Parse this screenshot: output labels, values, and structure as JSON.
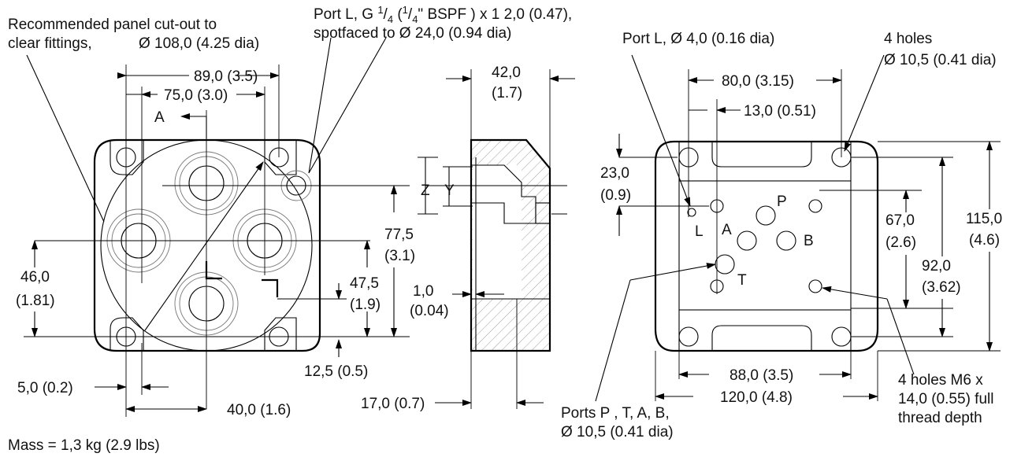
{
  "notes": {
    "cutout_line1": "Recommended panel cut-out to",
    "cutout_line2": "clear fittings,",
    "cutout_dia": "Ø  108,0 (4.25 dia)",
    "portL_line1a": "Port L, G ",
    "portL_frac1_num": "1",
    "portL_frac1_den": "4",
    "portL_line1b": " (",
    "portL_frac2_num": "1",
    "portL_frac2_den": "4",
    "portL_line1c": "\"  BSPF ) x 1 2,0 (0.47),",
    "portL_line2": "spotfaced to Ø 24,0 (0.94 dia)",
    "portL_small_line": "Port L,   Ø  4,0 (0.16 dia)",
    "holes4_line1": "4 holes",
    "holes4_line2": "Ø  10,5 (0.41 dia)",
    "m6_line1": "4 holes M6 x",
    "m6_line2": "14,0 (0.55) full",
    "m6_line3": "thread depth",
    "ports_line1": "Ports P , T, A, B,",
    "ports_line2": "Ø  10,5 (0.41 dia)",
    "mass": "Mass = 1,3 kg (2.9 lbs)"
  },
  "left_view": {
    "dim_89": "89,0 (3.5)",
    "dim_75": "75,0 (3.0)",
    "section": "A",
    "dim_77_5": "77,5",
    "dim_77_5_in": "(3.1)",
    "dim_46": "46,0",
    "dim_46_in": "(1.81)",
    "dim_47_5": "47,5",
    "dim_47_5_in": "(1.9)",
    "dim_12_5": "12,5 (0.5)",
    "dim_5": "5,0 (0.2)",
    "dim_40": "40,0 (1.6)"
  },
  "side_view": {
    "dim_42": "42,0",
    "dim_42_in": "(1.7)",
    "z": "Z",
    "y": "Y",
    "dim_1": "1,0",
    "dim_1_in": "(0.04)",
    "dim_17": "17,0 (0.7)"
  },
  "right_view": {
    "dim_80": "80,0 (3.15)",
    "dim_13": "13,0 (0.51)",
    "dim_23": "23,0",
    "dim_23_in": "(0.9)",
    "port_p": "P",
    "port_a": "A",
    "port_b": "B",
    "port_t": "T",
    "port_l": "L",
    "dim_67": "67,0",
    "dim_67_in": "(2.6)",
    "dim_92": "92,0",
    "dim_92_in": "(3.62)",
    "dim_115": "115,0",
    "dim_115_in": "(4.6)",
    "dim_88": "88,0 (3.5)",
    "dim_120": "120,0 (4.8)"
  }
}
